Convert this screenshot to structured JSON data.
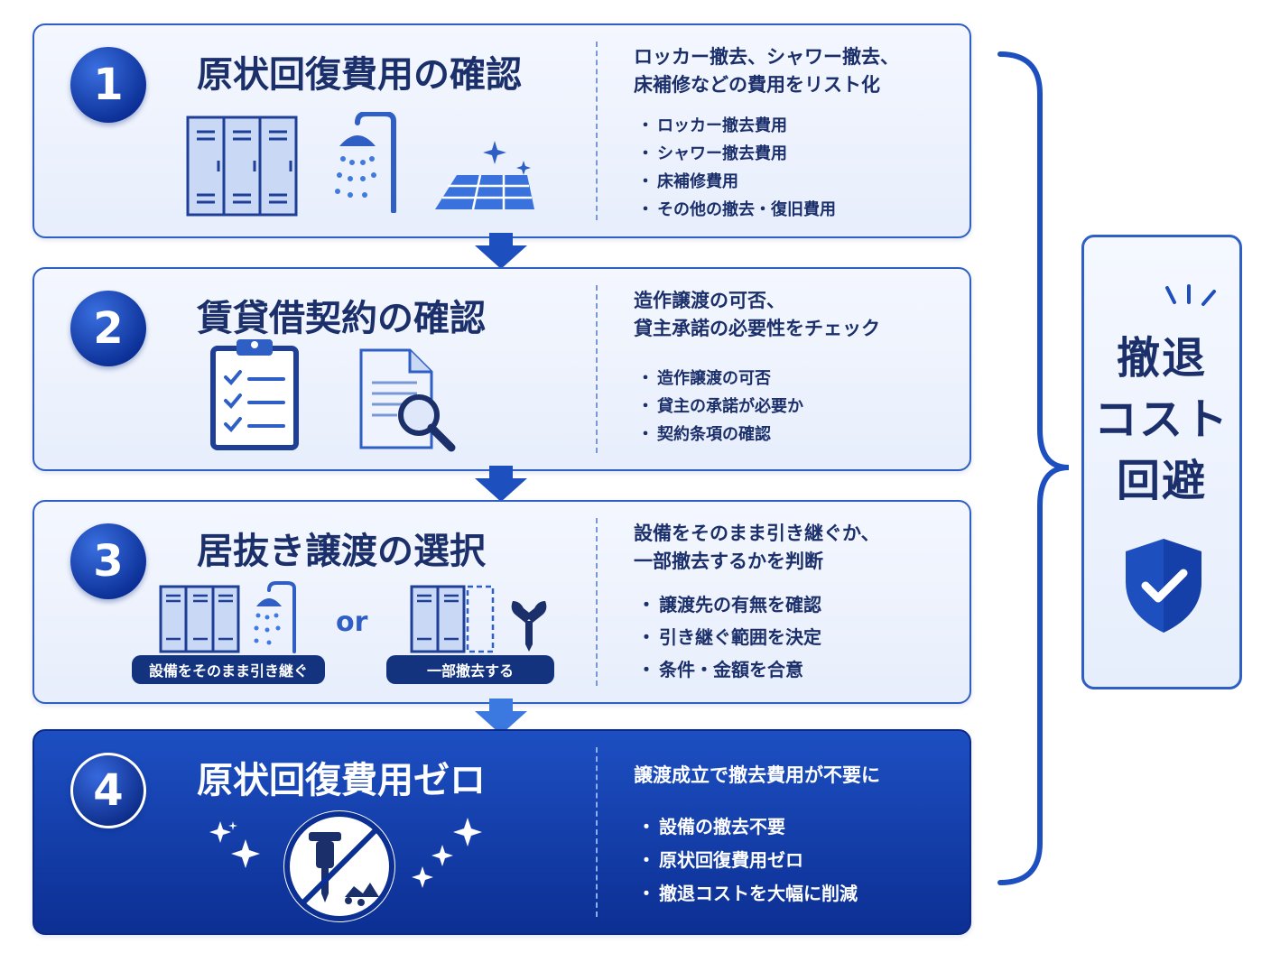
{
  "steps": [
    {
      "number": "1",
      "title": "原状回復費用の確認",
      "desc_lines": [
        "ロッカー撤去、シャワー撤去、",
        "床補修などの費用をリスト化"
      ],
      "bullets": [
        "ロッカー撤去費用",
        "シャワー撤去費用",
        "床補修費用",
        "その他の撤去・復旧費用"
      ],
      "icons": [
        "locker-icon",
        "shower-icon",
        "floor-tile-icon"
      ]
    },
    {
      "number": "2",
      "title": "賃貸借契約の確認",
      "desc_lines": [
        "造作譲渡の可否、",
        "貸主承諾の必要性をチェック"
      ],
      "bullets": [
        "造作譲渡の可否",
        "貸主の承諾が必要か",
        "契約条項の確認"
      ],
      "icons": [
        "clipboard-checklist-icon",
        "document-search-icon"
      ]
    },
    {
      "number": "3",
      "title": "居抜き譲渡の選択",
      "desc_lines": [
        "設備をそのまま引き継ぐか、",
        "一部撤去するかを判断"
      ],
      "bullets": [
        "譲渡先の有無を確認",
        "引き継ぐ範囲を決定",
        "条件・金額を合意"
      ],
      "option_a": "設備をそのまま引き継ぐ",
      "or_text": "or",
      "option_b": "一部撤去する",
      "icons": [
        "locker-icon",
        "shower-icon",
        "wrench-screwdriver-icon"
      ]
    },
    {
      "number": "4",
      "title": "原状回復費用ゼロ",
      "desc_lines": [
        "譲渡成立で撤去費用が不要に"
      ],
      "bullets": [
        "設備の撤去不要",
        "原状回復費用ゼロ",
        "撤退コストを大幅に削減"
      ],
      "icons": [
        "no-jackhammer-icon",
        "sparkle-icon"
      ]
    }
  ],
  "side": {
    "lines": [
      "撤退",
      "コスト",
      "回避"
    ],
    "icon": "shield-check-icon"
  },
  "colors": {
    "primary": "#2f5fc4",
    "dark_navy": "#1b2f6b",
    "deep_blue": "#0c2f93",
    "light_panel": "#eef3fd",
    "white": "#ffffff"
  }
}
